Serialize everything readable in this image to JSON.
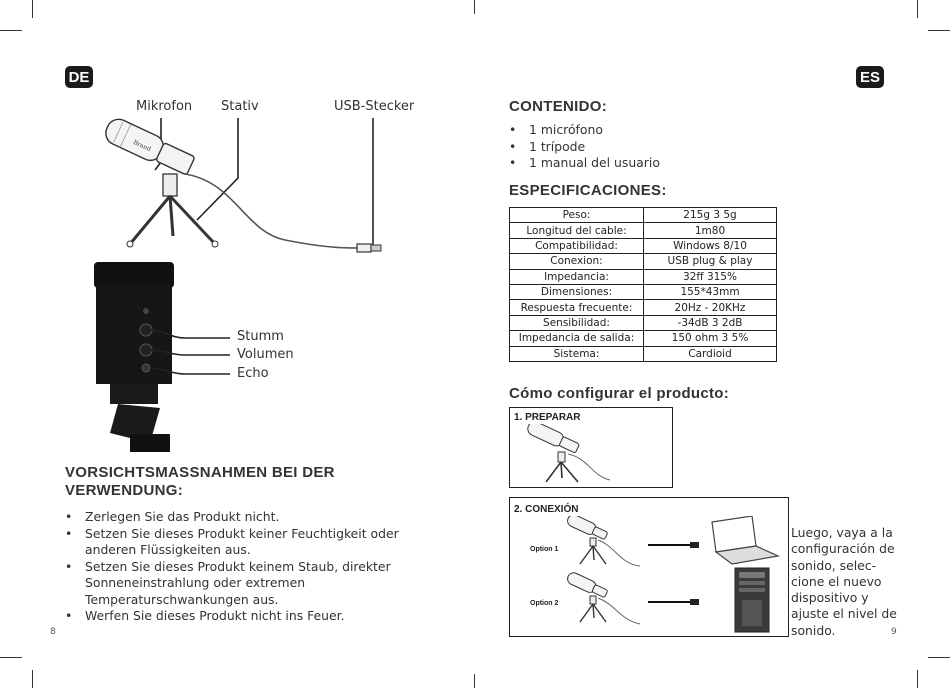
{
  "left_page": {
    "lang": "DE",
    "labels": {
      "mic": "Mikrofon",
      "stand": "Stativ",
      "usb": "USB-Stecker",
      "mute": "Stumm",
      "volume": "Volumen",
      "echo": "Echo"
    },
    "precautions_title_line1": "VORSICHTSMASSNAHMEN BEI DER",
    "precautions_title_line2": "VERWENDUNG:",
    "precautions": [
      "Zerlegen Sie das Produkt nicht.",
      "Setzen Sie dieses Produkt keiner Feuchtigkeit oder anderen Flüssigkeiten aus.",
      "Setzen Sie dieses Produkt keinem Staub, direkter Sonneneinstrahlung oder extremen Temperaturschwankungen aus.",
      "Werfen Sie dieses Produkt nicht ins Feuer."
    ],
    "page_number": "8"
  },
  "right_page": {
    "lang": "ES",
    "contents_title": "CONTENIDO:",
    "contents": [
      "1 micrófono",
      "1 trípode",
      "1 manual del usuario"
    ],
    "specs_title": "ESPECIFICACIONES:",
    "specs": [
      {
        "k": "Peso:",
        "v": "215g 3 5g"
      },
      {
        "k": "Longitud del cable:",
        "v": "1m80"
      },
      {
        "k": "Compatibilidad:",
        "v": "Windows 8/10"
      },
      {
        "k": "Conexion:",
        "v": "USB plug & play"
      },
      {
        "k": "Impedancia:",
        "v": "32ff 315%"
      },
      {
        "k": "Dimensiones:",
        "v": "155*43mm"
      },
      {
        "k": "Respuesta frecuente:",
        "v": "20Hz - 20KHz"
      },
      {
        "k": "Sensibilidad:",
        "v": "-34dB 3 2dB"
      },
      {
        "k": "Impedancia de salida:",
        "v": "150 ohm 3 5%"
      },
      {
        "k": "Sistema:",
        "v": "Cardioid"
      }
    ],
    "setup_title": "Cómo configurar el producto:",
    "step1_title": "1. PREPARAR",
    "step2_title": "2. CONEXIÓN",
    "option1": "Option 1",
    "option2": "Option 2",
    "side_text": "Luego, vaya a la configuración de sonido, selec-cione el nuevo dispositivo y ajuste el nivel de sonido.",
    "page_number": "9"
  }
}
